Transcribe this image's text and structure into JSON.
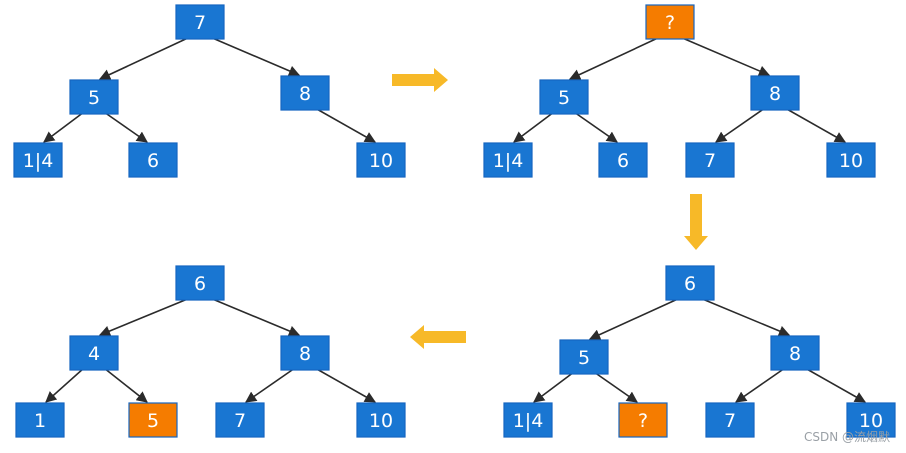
{
  "colors": {
    "node_default": "#1976d2",
    "node_default_border": "#1565c0",
    "node_highlight": "#f57c00",
    "node_highlight_border": "#1565c0",
    "edge": "#2b2b2b",
    "step_arrow": "#f7b928",
    "node_text": "#ffffff"
  },
  "trees": [
    {
      "id": "tree-1",
      "nodes": [
        {
          "id": "r",
          "label": "7",
          "state": "default"
        },
        {
          "id": "a",
          "label": "5",
          "state": "default"
        },
        {
          "id": "b",
          "label": "8",
          "state": "default"
        },
        {
          "id": "c",
          "label": "1|4",
          "state": "default"
        },
        {
          "id": "d",
          "label": "6",
          "state": "default"
        },
        {
          "id": "e",
          "label": "10",
          "state": "default"
        }
      ],
      "edges": [
        [
          "r",
          "a"
        ],
        [
          "r",
          "b"
        ],
        [
          "a",
          "c"
        ],
        [
          "a",
          "d"
        ],
        [
          "b",
          "e"
        ]
      ]
    },
    {
      "id": "tree-2",
      "nodes": [
        {
          "id": "r",
          "label": "?",
          "state": "highlight"
        },
        {
          "id": "a",
          "label": "5",
          "state": "default"
        },
        {
          "id": "b",
          "label": "8",
          "state": "default"
        },
        {
          "id": "c",
          "label": "1|4",
          "state": "default"
        },
        {
          "id": "d",
          "label": "6",
          "state": "default"
        },
        {
          "id": "f",
          "label": "7",
          "state": "default"
        },
        {
          "id": "e",
          "label": "10",
          "state": "default"
        }
      ],
      "edges": [
        [
          "r",
          "a"
        ],
        [
          "r",
          "b"
        ],
        [
          "a",
          "c"
        ],
        [
          "a",
          "d"
        ],
        [
          "b",
          "f"
        ],
        [
          "b",
          "e"
        ]
      ]
    },
    {
      "id": "tree-3",
      "nodes": [
        {
          "id": "r",
          "label": "6",
          "state": "default"
        },
        {
          "id": "a",
          "label": "5",
          "state": "default"
        },
        {
          "id": "b",
          "label": "8",
          "state": "default"
        },
        {
          "id": "c",
          "label": "1|4",
          "state": "default"
        },
        {
          "id": "d",
          "label": "?",
          "state": "highlight"
        },
        {
          "id": "f",
          "label": "7",
          "state": "default"
        },
        {
          "id": "e",
          "label": "10",
          "state": "default"
        }
      ],
      "edges": [
        [
          "r",
          "a"
        ],
        [
          "r",
          "b"
        ],
        [
          "a",
          "c"
        ],
        [
          "a",
          "d"
        ],
        [
          "b",
          "f"
        ],
        [
          "b",
          "e"
        ]
      ]
    },
    {
      "id": "tree-4",
      "nodes": [
        {
          "id": "r",
          "label": "6",
          "state": "default"
        },
        {
          "id": "a",
          "label": "4",
          "state": "default"
        },
        {
          "id": "b",
          "label": "8",
          "state": "default"
        },
        {
          "id": "c",
          "label": "1",
          "state": "default"
        },
        {
          "id": "d",
          "label": "5",
          "state": "highlight"
        },
        {
          "id": "f",
          "label": "7",
          "state": "default"
        },
        {
          "id": "e",
          "label": "10",
          "state": "default"
        }
      ],
      "edges": [
        [
          "r",
          "a"
        ],
        [
          "r",
          "b"
        ],
        [
          "a",
          "c"
        ],
        [
          "a",
          "d"
        ],
        [
          "b",
          "f"
        ],
        [
          "b",
          "e"
        ]
      ]
    }
  ],
  "step_arrows": [
    {
      "id": "step-arrow-right",
      "direction": "right"
    },
    {
      "id": "step-arrow-down",
      "direction": "down"
    },
    {
      "id": "step-arrow-left",
      "direction": "left"
    }
  ],
  "watermark": "CSDN @流烟默"
}
